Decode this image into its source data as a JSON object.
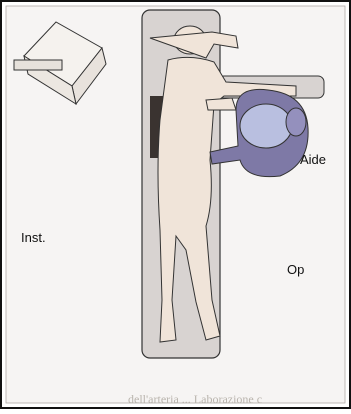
{
  "labels": {
    "aide": "Aide",
    "instrument": "Inst.",
    "operator": "Op"
  },
  "caption": "dell'arteria ... Laborazione c",
  "colors": {
    "frame": "#111111",
    "paper": "#f6f4f3",
    "table": "#d8d3d1",
    "skin": "#f0e4d9",
    "aide_gown": "#7e79a6",
    "aide_head": "#b9bfe0",
    "instrument_gown": "#b7b6da",
    "operator_gown": "#b9d1ad",
    "tray": "#efebe4",
    "compass": "#8a6a58"
  }
}
